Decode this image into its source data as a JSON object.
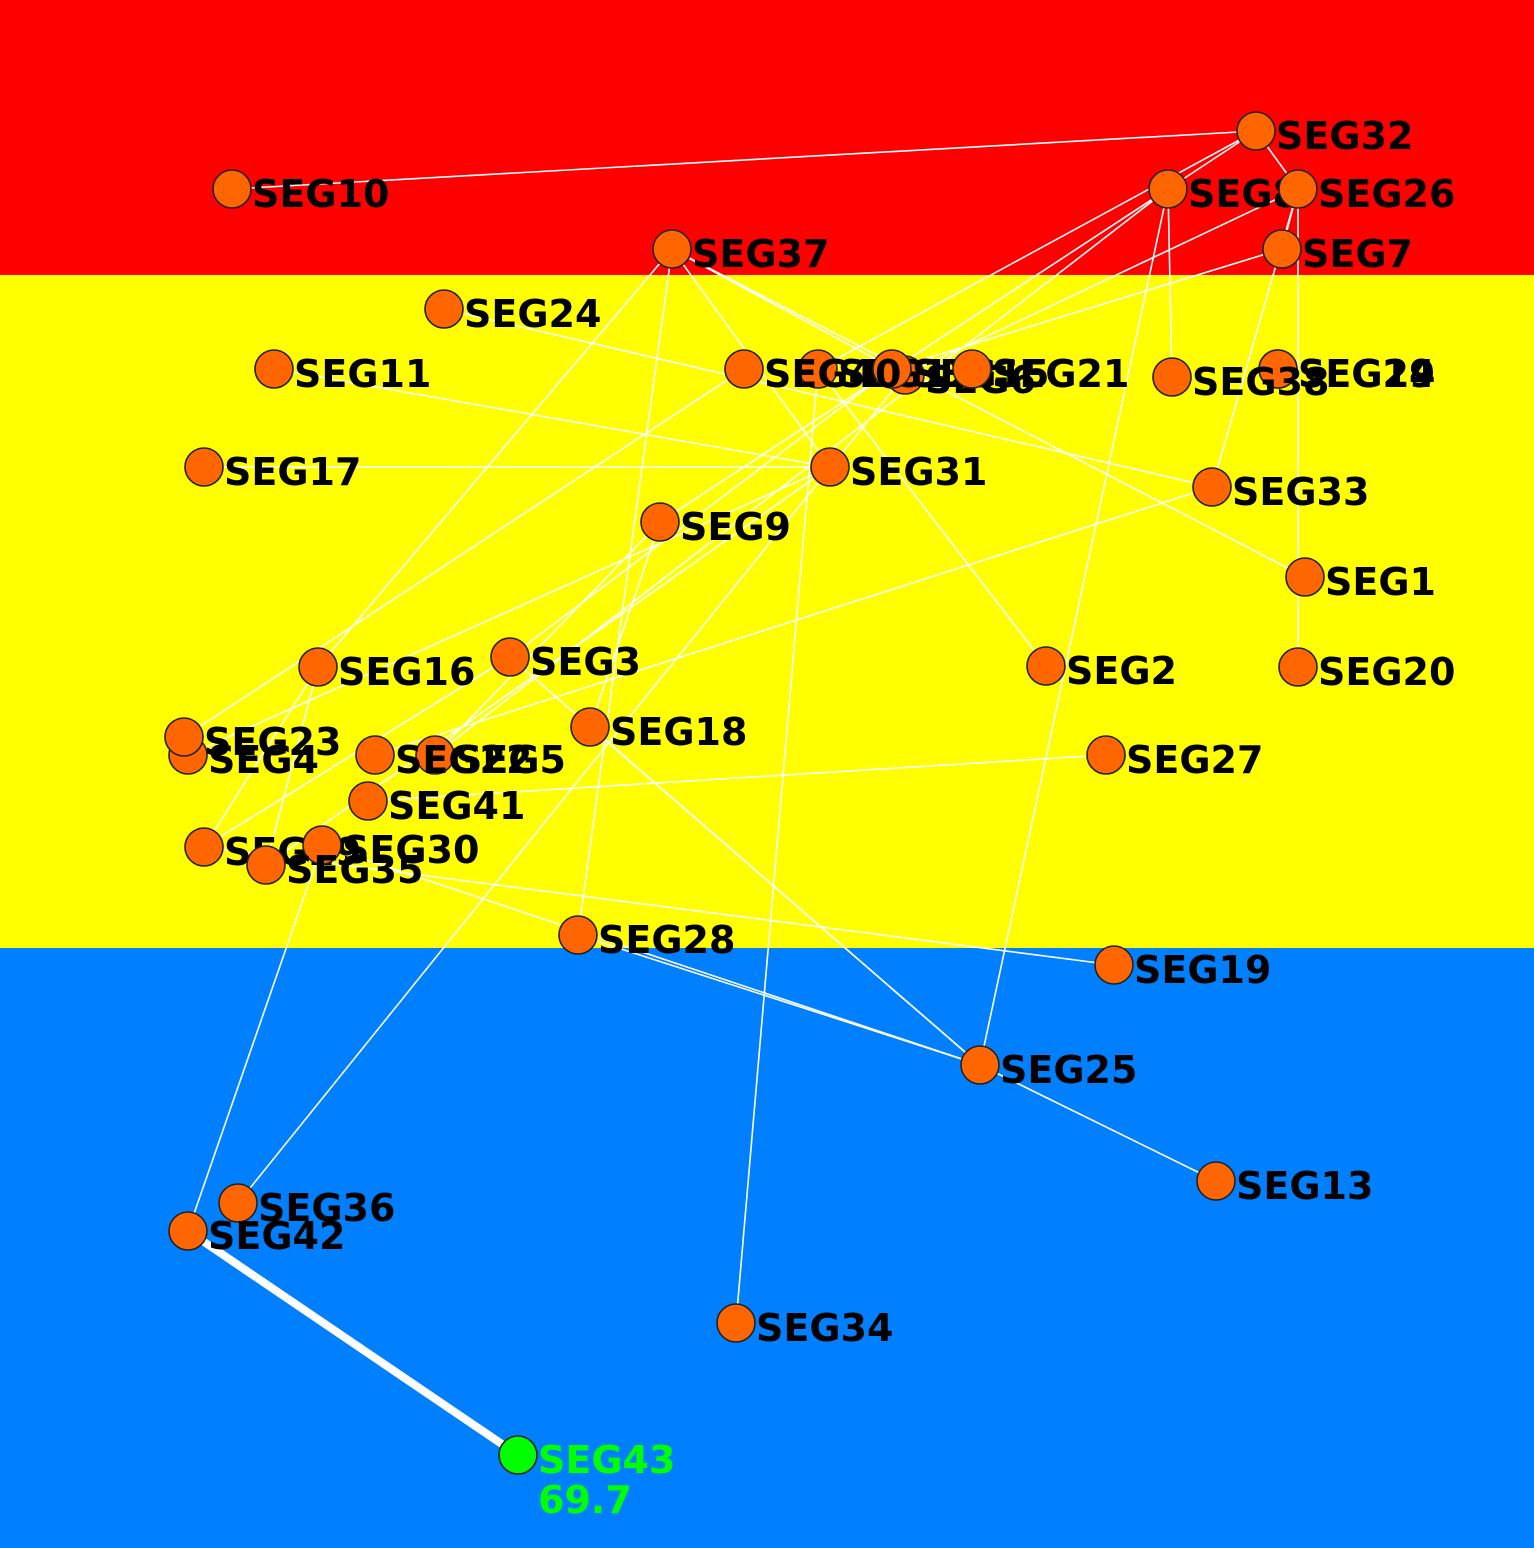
{
  "colors": {
    "zone_top": "#ff0000",
    "zone_middle": "#ffff00",
    "zone_bottom": "#0080ff",
    "edge": "#ffffff",
    "node_fill": "#ff6600",
    "node_stroke": "#222222",
    "highlight_fill": "#00ff00",
    "label": "#000000",
    "highlight_label": "#00ff00"
  },
  "graph": {
    "nodes": [
      {
        "id": "SEG1",
        "label": "SEG1"
      },
      {
        "id": "SEG2",
        "label": "SEG2"
      },
      {
        "id": "SEG3",
        "label": "SEG3"
      },
      {
        "id": "SEG4",
        "label": "SEG4"
      },
      {
        "id": "SEG5",
        "label": "SEG5"
      },
      {
        "id": "SEG6",
        "label": "SEG6"
      },
      {
        "id": "SEG7",
        "label": "SEG7"
      },
      {
        "id": "SEG8",
        "label": "SEG8"
      },
      {
        "id": "SEG9",
        "label": "SEG9"
      },
      {
        "id": "SEG10",
        "label": "SEG10"
      },
      {
        "id": "SEG11",
        "label": "SEG11"
      },
      {
        "id": "SEG12",
        "label": "SEG12"
      },
      {
        "id": "SEG13",
        "label": "SEG13"
      },
      {
        "id": "SEG14",
        "label": "SEG14"
      },
      {
        "id": "SEG15",
        "label": "SEG15"
      },
      {
        "id": "SEG16",
        "label": "SEG16"
      },
      {
        "id": "SEG17",
        "label": "SEG17"
      },
      {
        "id": "SEG18",
        "label": "SEG18"
      },
      {
        "id": "SEG19",
        "label": "SEG19"
      },
      {
        "id": "SEG20",
        "label": "SEG20"
      },
      {
        "id": "SEG21",
        "label": "SEG21"
      },
      {
        "id": "SEG22",
        "label": "SEG22"
      },
      {
        "id": "SEG23",
        "label": "SEG23"
      },
      {
        "id": "SEG24",
        "label": "SEG24"
      },
      {
        "id": "SEG25",
        "label": "SEG25"
      },
      {
        "id": "SEG26",
        "label": "SEG26"
      },
      {
        "id": "SEG27",
        "label": "SEG27"
      },
      {
        "id": "SEG28",
        "label": "SEG28"
      },
      {
        "id": "SEG29",
        "label": "SEG29"
      },
      {
        "id": "SEG29B",
        "label": "SEG29"
      },
      {
        "id": "SEG30",
        "label": "SEG30"
      },
      {
        "id": "SEG31",
        "label": "SEG31"
      },
      {
        "id": "SEG32",
        "label": "SEG32"
      },
      {
        "id": "SEG33",
        "label": "SEG33"
      },
      {
        "id": "SEG34",
        "label": "SEG34"
      },
      {
        "id": "SEG35",
        "label": "SEG35"
      },
      {
        "id": "SEG36",
        "label": "SEG36"
      },
      {
        "id": "SEG37",
        "label": "SEG37"
      },
      {
        "id": "SEG38",
        "label": "SEG38"
      },
      {
        "id": "SEG40",
        "label": "SEG40"
      },
      {
        "id": "SEG41",
        "label": "SEG41"
      },
      {
        "id": "SEG42",
        "label": "SEG42"
      },
      {
        "id": "SEG43",
        "label": "SEG43",
        "value": "69.7",
        "highlight": true
      }
    ],
    "edges": [
      [
        "SEG10",
        "SEG32"
      ],
      [
        "SEG32",
        "SEG8"
      ],
      [
        "SEG32",
        "SEG26"
      ],
      [
        "SEG32",
        "SEG12"
      ],
      [
        "SEG8",
        "SEG38"
      ],
      [
        "SEG8",
        "SEG25"
      ],
      [
        "SEG8",
        "SEG5"
      ],
      [
        "SEG8",
        "SEG9"
      ],
      [
        "SEG26",
        "SEG7"
      ],
      [
        "SEG26",
        "SEG20"
      ],
      [
        "SEG26",
        "SEG33"
      ],
      [
        "SEG26",
        "SEG6"
      ],
      [
        "SEG7",
        "SEG15"
      ],
      [
        "SEG37",
        "SEG16"
      ],
      [
        "SEG37",
        "SEG28"
      ],
      [
        "SEG37",
        "SEG1"
      ],
      [
        "SEG37",
        "SEG6"
      ],
      [
        "SEG37",
        "SEG31"
      ],
      [
        "SEG24",
        "SEG33"
      ],
      [
        "SEG11",
        "SEG31"
      ],
      [
        "SEG17",
        "SEG31"
      ],
      [
        "SEG12",
        "SEG2"
      ],
      [
        "SEG12",
        "SEG34"
      ],
      [
        "SEG15",
        "SEG3"
      ],
      [
        "SEG6",
        "SEG36"
      ],
      [
        "SEG40",
        "SEG23"
      ],
      [
        "SEG31",
        "SEG35"
      ],
      [
        "SEG31",
        "SEG4"
      ],
      [
        "SEG33",
        "SEG22"
      ],
      [
        "SEG9",
        "SEG5"
      ],
      [
        "SEG9",
        "SEG18"
      ],
      [
        "SEG3",
        "SEG29B"
      ],
      [
        "SEG3",
        "SEG25"
      ],
      [
        "SEG16",
        "SEG29B"
      ],
      [
        "SEG16",
        "SEG35"
      ],
      [
        "SEG18",
        "SEG25"
      ],
      [
        "SEG41",
        "SEG27"
      ],
      [
        "SEG29B",
        "SEG19"
      ],
      [
        "SEG30",
        "SEG42"
      ],
      [
        "SEG30",
        "SEG25"
      ],
      [
        "SEG28",
        "SEG25"
      ],
      [
        "SEG25",
        "SEG13"
      ],
      [
        "SEG42",
        "SEG43"
      ]
    ]
  }
}
